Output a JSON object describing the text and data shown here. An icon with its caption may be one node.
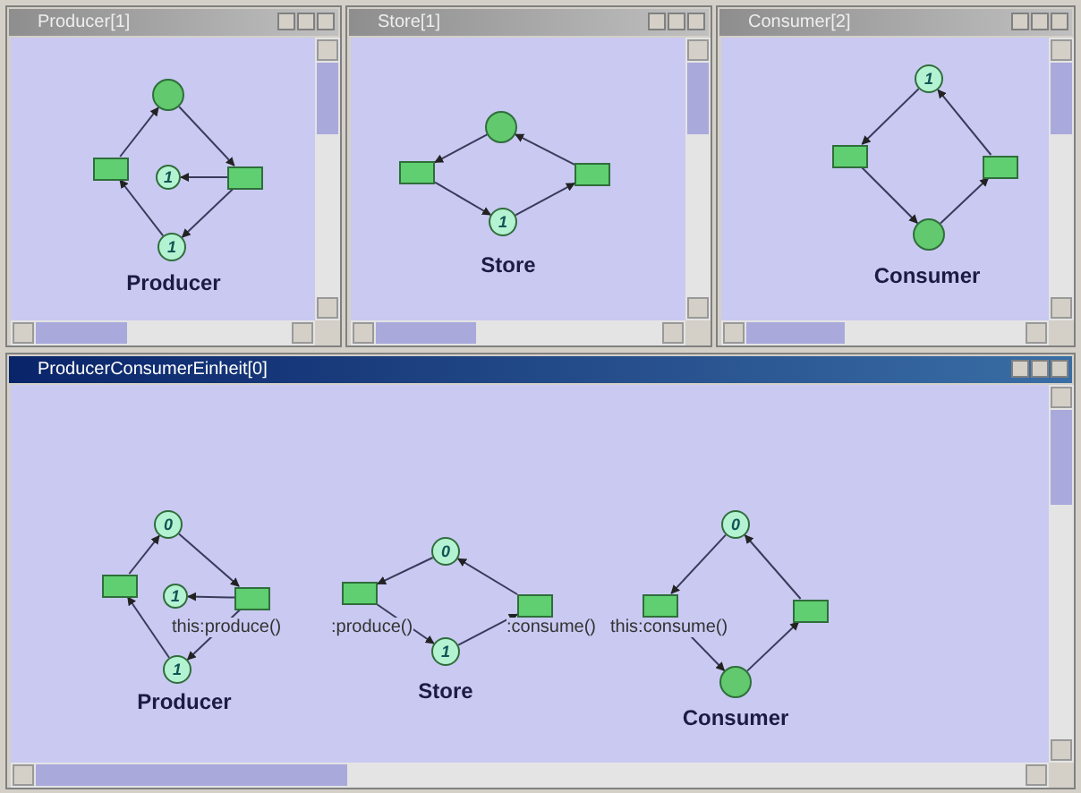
{
  "diagram": {
    "nodes": [
      {
        "text": [
          "Producer[1]"
        ]
      },
      {
        "text": [],
        "shape": "circle",
        "in": 0
      },
      {
        "text": [],
        "shape": "box",
        "in": 0
      },
      {
        "text": [
          "1"
        ],
        "in": 0
      },
      {
        "text": [],
        "shape": "box",
        "in": 0
      },
      {
        "text": [
          "1"
        ],
        "in": 0
      },
      {
        "text": [
          "Store[1]"
        ]
      },
      {
        "text": [],
        "shape": "circle",
        "in": 6
      },
      {
        "text": [],
        "shape": "box",
        "in": 6
      },
      {
        "text": [],
        "shape": "box",
        "in": 6
      },
      {
        "text": [
          "1"
        ],
        "in": 6
      },
      {
        "text": [
          "Consumer[2]"
        ]
      },
      {
        "text": [
          "1"
        ],
        "in": 11
      },
      {
        "text": [],
        "shape": "box",
        "in": 11
      },
      {
        "text": [],
        "shape": "box",
        "in": 11
      },
      {
        "text": [],
        "shape": "circle",
        "in": 11
      },
      {
        "text": [
          "ProducerConsumerEinheit[0]"
        ]
      },
      {
        "text": [
          "0"
        ],
        "in": 16
      },
      {
        "text": [],
        "shape": "box",
        "in": 16
      },
      {
        "text": [
          "1"
        ],
        "in": 16
      },
      {
        "text": [],
        "shape": "box",
        "in": 16,
        "beside": [
          "this:produce()"
        ]
      },
      {
        "text": [
          "1"
        ],
        "in": 16
      },
      {
        "text": [
          "0"
        ],
        "in": 16
      },
      {
        "text": [],
        "shape": "box",
        "in": 16,
        "beside": [
          ":produce()"
        ]
      },
      {
        "text": [],
        "shape": "box",
        "in": 16,
        "beside": [
          ":consume()"
        ]
      },
      {
        "text": [
          "1"
        ],
        "in": 16
      },
      {
        "text": [
          "0"
        ],
        "in": 16
      },
      {
        "text": [],
        "shape": "box",
        "in": 16,
        "beside": [
          "this:consume()"
        ]
      },
      {
        "text": [],
        "shape": "box",
        "in": 16
      },
      {
        "text": [],
        "shape": "circle",
        "in": 16
      }
    ],
    "edges": [
      {
        "from": 2,
        "to": 1,
        "arrow": "to"
      },
      {
        "from": 1,
        "to": 4,
        "arrow": "to"
      },
      {
        "from": 4,
        "to": 3,
        "arrow": "to"
      },
      {
        "from": 4,
        "to": 5,
        "arrow": "to"
      },
      {
        "from": 5,
        "to": 2,
        "arrow": "to"
      },
      {
        "from": 7,
        "to": 8,
        "arrow": "to"
      },
      {
        "from": 8,
        "to": 10,
        "arrow": "to"
      },
      {
        "from": 10,
        "to": 9,
        "arrow": "to"
      },
      {
        "from": 9,
        "to": 7,
        "arrow": "to"
      },
      {
        "from": 12,
        "to": 13,
        "arrow": "to"
      },
      {
        "from": 13,
        "to": 15,
        "arrow": "to"
      },
      {
        "from": 15,
        "to": 14,
        "arrow": "to"
      },
      {
        "from": 14,
        "to": 12,
        "arrow": "to"
      },
      {
        "from": 18,
        "to": 17,
        "arrow": "to"
      },
      {
        "from": 17,
        "to": 20,
        "arrow": "to"
      },
      {
        "from": 20,
        "to": 19,
        "arrow": "to"
      },
      {
        "from": 20,
        "to": 21,
        "arrow": "to"
      },
      {
        "from": 21,
        "to": 18,
        "arrow": "to"
      },
      {
        "from": 22,
        "to": 23,
        "arrow": "to"
      },
      {
        "from": 23,
        "to": 25,
        "arrow": "to"
      },
      {
        "from": 25,
        "to": 24,
        "arrow": "to"
      },
      {
        "from": 24,
        "to": 22,
        "arrow": "to"
      },
      {
        "from": 26,
        "to": 27,
        "arrow": "to"
      },
      {
        "from": 27,
        "to": 29,
        "arrow": "to"
      },
      {
        "from": 29,
        "to": 28,
        "arrow": "to"
      },
      {
        "from": 28,
        "to": 26,
        "arrow": "to"
      }
    ],
    "labels": [
      "Producer",
      "Store",
      "Consumer",
      "Producer",
      "Store",
      "Consumer"
    ]
  }
}
